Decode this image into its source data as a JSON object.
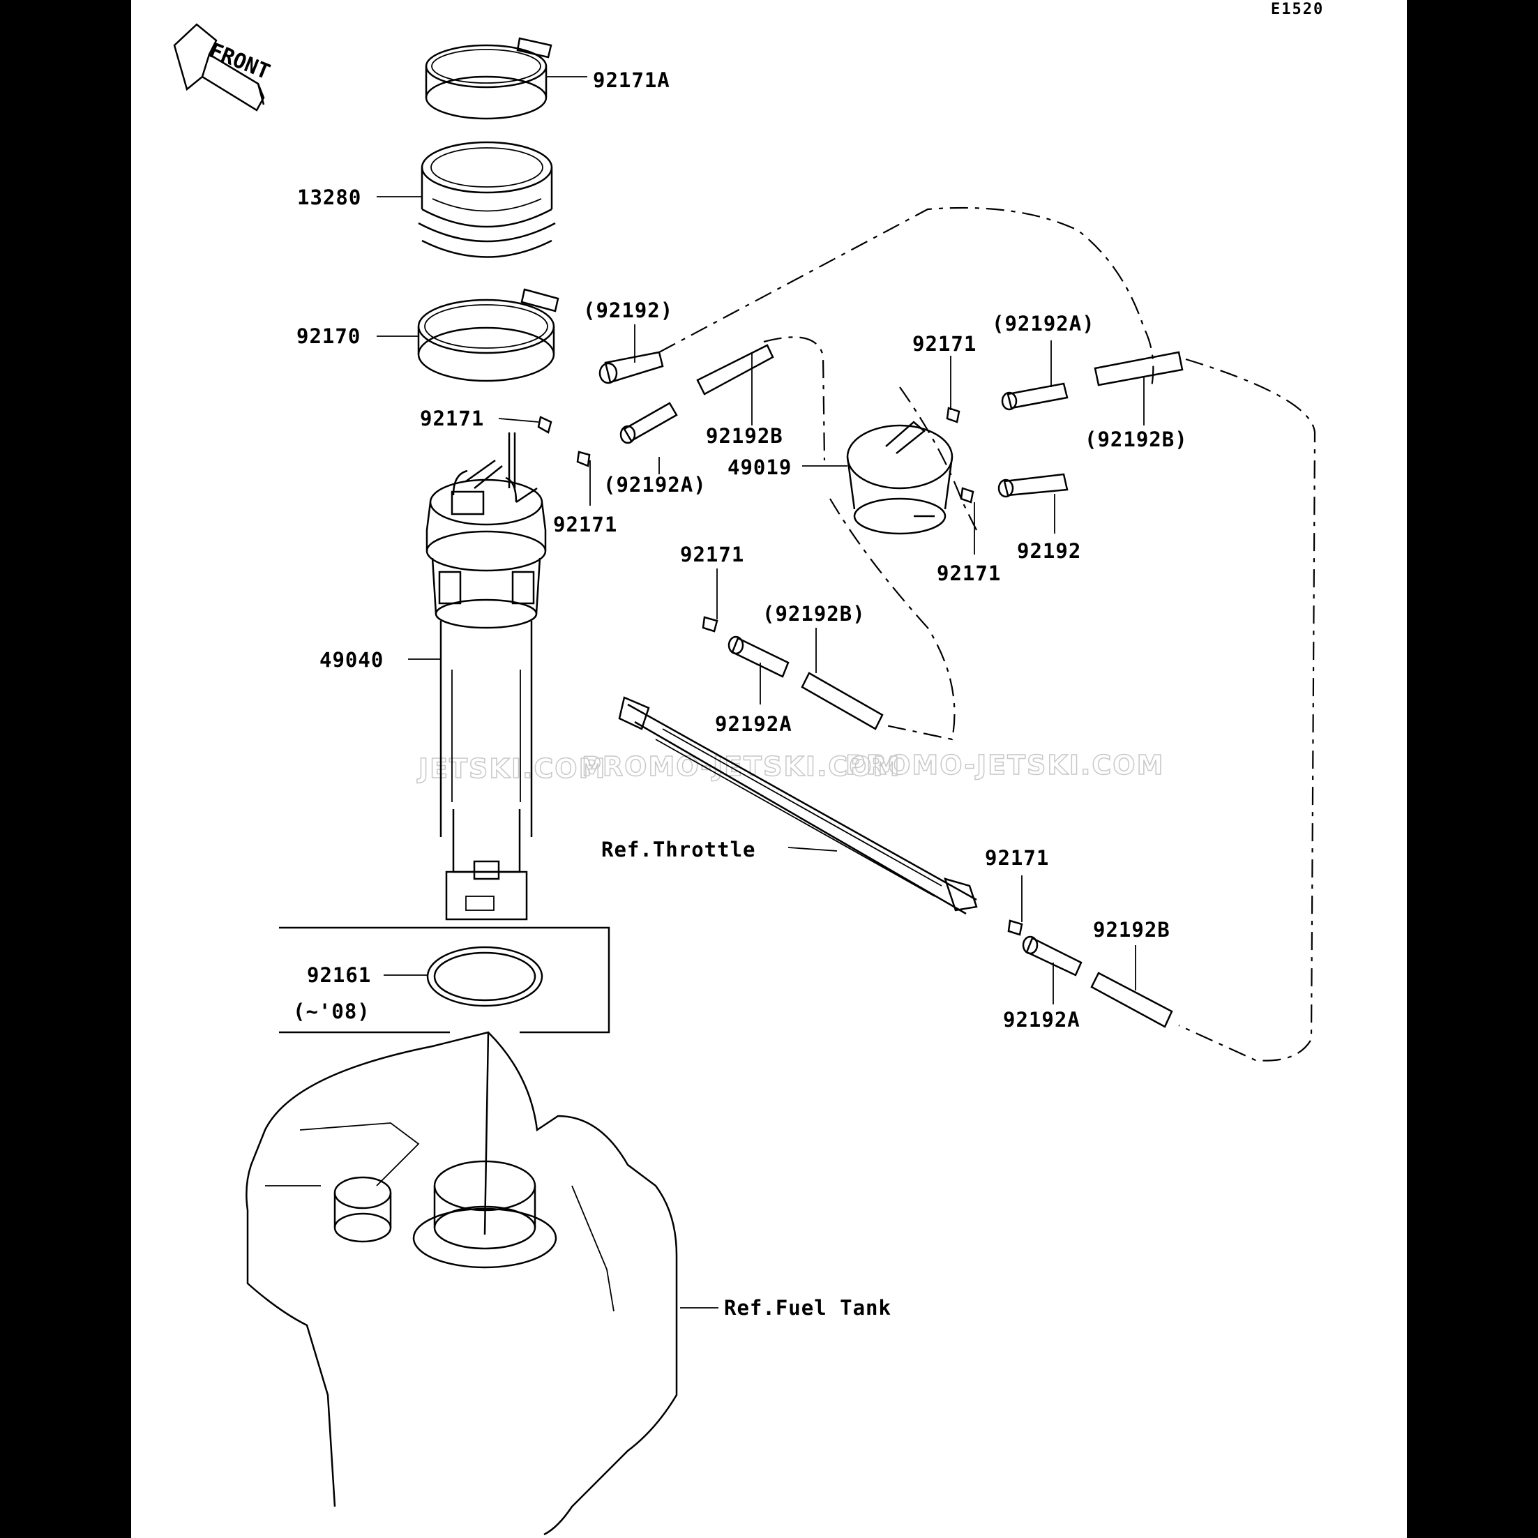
{
  "diagram_code": "E1520",
  "front_label": "FRONT",
  "watermarks": [
    "JETSKI.COM",
    "PROMO-JETSKI.COM",
    "PROMO-JETSKI.COM"
  ],
  "callouts": {
    "clamp_top": "92171A",
    "boot": "13280",
    "clamp_lower": "92170",
    "pump_assy": "49040",
    "hose_top": "(92192)",
    "clip_left_1": "92171",
    "hose_left_b": "92192B",
    "hose_left_a": "(92192A)",
    "clip_left_2": "92171",
    "filter": "49019",
    "clip_filter_top": "92171",
    "hose_filter_a": "(92192A)",
    "hose_filter_b": "(92192B)",
    "clip_filter_bottom": "92171",
    "hose_filter_bottom": "92192",
    "clip_mid": "92171",
    "hose_mid_b": "(92192B)",
    "hose_mid_a": "92192A",
    "ref_throttle": "Ref.Throttle",
    "clip_lower_right": "92171",
    "hose_lower_b": "92192B",
    "hose_lower_a": "92192A",
    "oring": "92161",
    "oring_note": "(~'08)",
    "ref_fuel_tank": "Ref.Fuel Tank"
  }
}
